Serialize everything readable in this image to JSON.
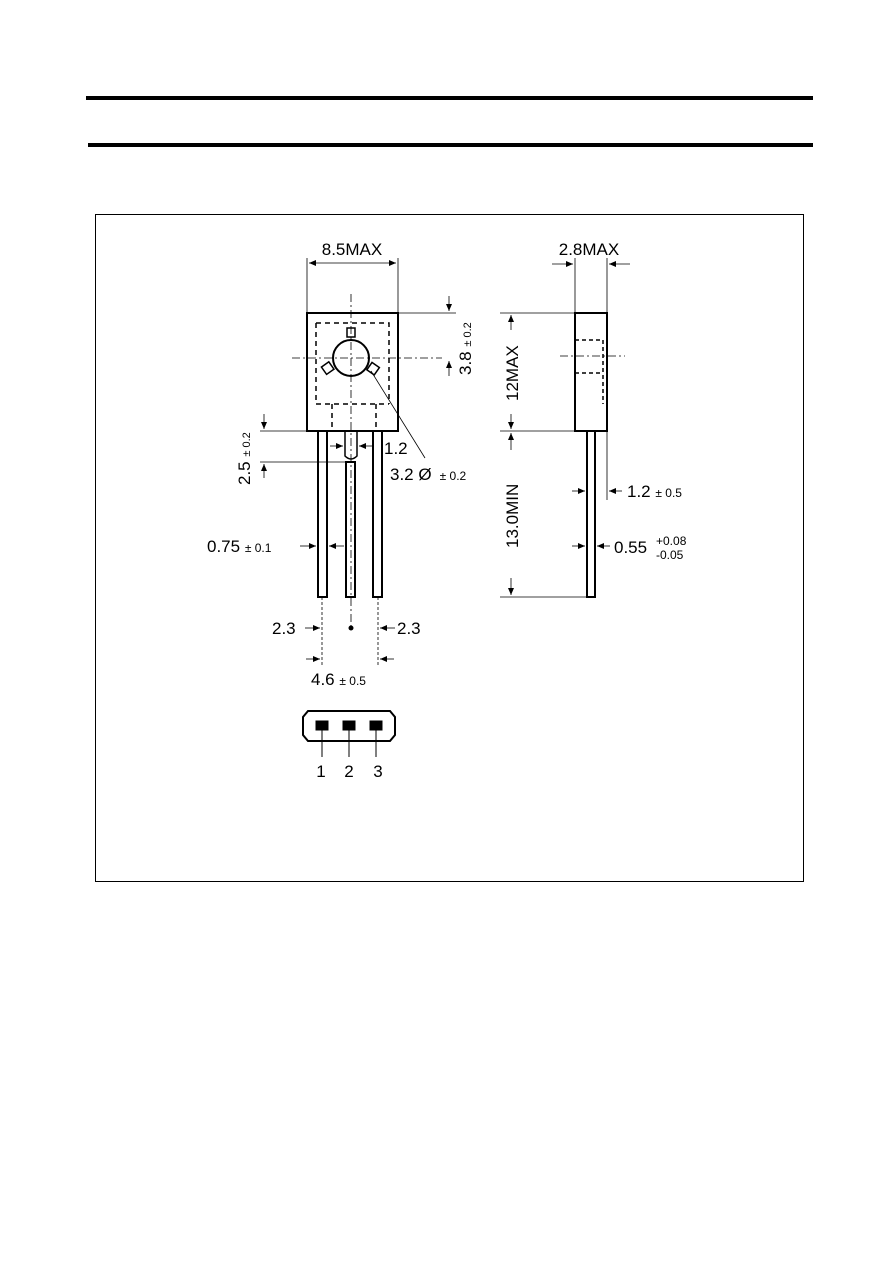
{
  "drawing": {
    "top_view": {
      "width_dim": "8.5MAX",
      "hole_offset_val": "3.8",
      "hole_offset_tol": "± 0.2",
      "neck_height_val": "2.5",
      "neck_height_tol": "± 0.2",
      "neck_width": "1.2",
      "hole_diameter_val": "3.2 Ø",
      "hole_diameter_tol": "± 0.2",
      "lead_width_val": "0.75",
      "lead_width_tol": "± 0.1",
      "pitch_left": "2.3",
      "pitch_right": "2.3",
      "span_val": "4.6",
      "span_tol": "± 0.5"
    },
    "side_view": {
      "thickness_dim": "2.8MAX",
      "body_height_dim": "12MAX",
      "lead_length_dim": "13.0MIN",
      "lead_offset_val": "1.2",
      "lead_offset_tol": "± 0.5",
      "lead_thick_val": "0.55",
      "lead_thick_tol_plus": "+0.08",
      "lead_thick_tol_minus": "-0.05"
    },
    "pinout": {
      "pins": [
        "1",
        "2",
        "3"
      ]
    }
  }
}
